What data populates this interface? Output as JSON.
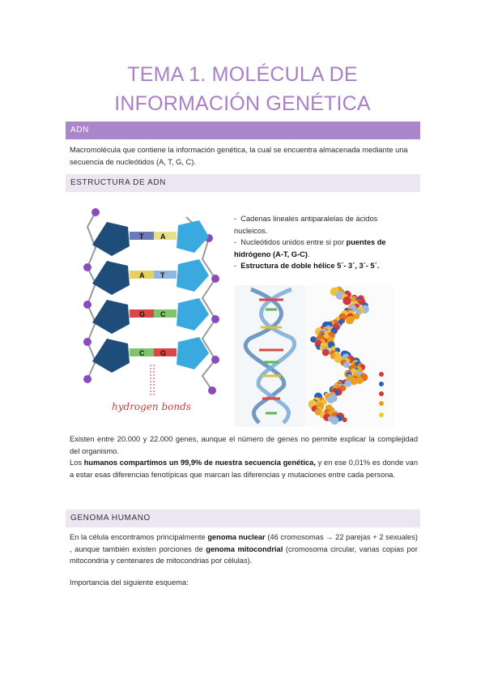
{
  "title": {
    "line1": "TEMA 1. MOLÉCULA DE",
    "line2": "INFORMACIÓN GENÉTICA"
  },
  "section_adn": {
    "heading": "ADN",
    "text": "Macromolécula que contiene la información genética, la cual se encuentra almacenada mediante una secuencia de nucleótidos (A, T, G, C)."
  },
  "section_estructura": {
    "heading": "ESTRUCTURA DE ADN",
    "bullets": [
      {
        "prefix": "-",
        "text": "Cadenas lineales antiparalelas de ácidos nucleicos."
      },
      {
        "prefix": "-",
        "text_before": "Nucleótidos unidos entre si por ",
        "bold": "puentes de hidrógeno (A-T, G-C)",
        "text_after": "."
      },
      {
        "prefix": "-",
        "bold": "Estructura de doble hélice 5´- 3´, 3´- 5´."
      }
    ],
    "figure_left": {
      "base_pairs": [
        {
          "left": "T",
          "right": "A"
        },
        {
          "left": "A",
          "right": "T"
        },
        {
          "left": "G",
          "right": "C"
        },
        {
          "left": "C",
          "right": "G"
        }
      ],
      "caption": "hydrogen bonds"
    },
    "paragraph1": "Existen entre 20.000 y 22.000 genes, aunque el número de genes no permite explicar la complejidad del organismo.",
    "paragraph2": {
      "before": "Los ",
      "bold": "humanos compartimos un 99,9% de nuestra secuencia genética,",
      "after": " y en ese 0,01% es donde van a estar esas diferencias fenotípicas que marcan las diferencias y mutaciones entre cada persona."
    }
  },
  "section_genoma": {
    "heading": "GENOMA HUMANO",
    "paragraph": {
      "t1": "En la célula encontramos principalmente ",
      "b1": "genoma nuclear",
      "t2": " (46 cromosomas → 22 parejas + 2 sexuales) , aunque también existen porciones de ",
      "b2": "genoma mitocondrial",
      "t3": " (cromosoma circular, varias copias por mitocondria y centenares de mitocondrias por células)."
    },
    "note": "Importancia del siguiente esquema:"
  },
  "colors": {
    "title": "#a97fc6",
    "bar_primary": "#a987c8",
    "bar_light": "#ece6f2",
    "sugar": "#1f4d7a",
    "phosphate": "#8a4bbd",
    "base_right": "#3aa9e0"
  }
}
